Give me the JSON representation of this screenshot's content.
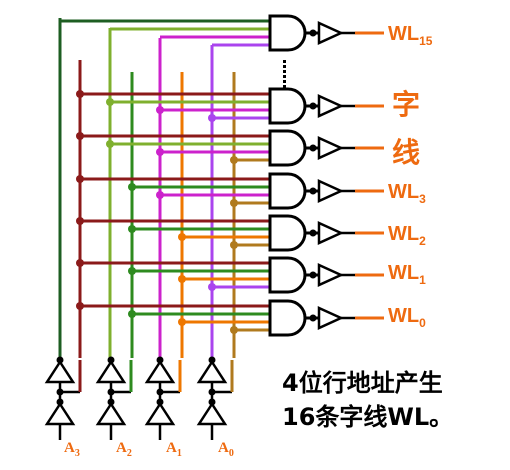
{
  "colors": {
    "A3": "#8b1a1a",
    "A3n": "#1d5e22",
    "A2": "#2e8b1f",
    "A2n": "#7fb02e",
    "A1": "#ee7700",
    "A1n": "#cc22cc",
    "A0": "#b07a1e",
    "A0n": "#aa44ee",
    "output_accent": "#ee6a10",
    "wire": "#000000"
  },
  "inputs": [
    {
      "name": "A",
      "sub": "3"
    },
    {
      "name": "A",
      "sub": "2"
    },
    {
      "name": "A",
      "sub": "1"
    },
    {
      "name": "A",
      "sub": "0"
    }
  ],
  "outputs": [
    {
      "name": "WL",
      "sub": "15"
    },
    {
      "name": "WL",
      "sub": "3"
    },
    {
      "name": "WL",
      "sub": "2"
    },
    {
      "name": "WL",
      "sub": "1"
    },
    {
      "name": "WL",
      "sub": "0"
    }
  ],
  "side_label": [
    "字",
    "线"
  ],
  "caption": {
    "line1": "4位行地址产生",
    "line2": "16条字线WL。"
  }
}
